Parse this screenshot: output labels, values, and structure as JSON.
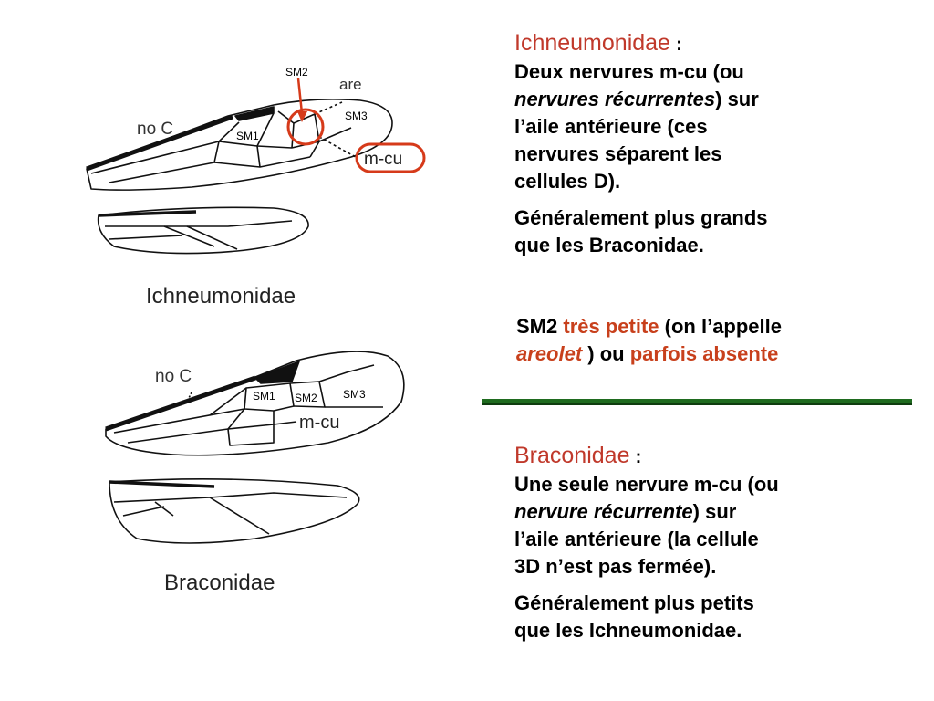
{
  "figures": {
    "ichneumonidae": {
      "caption": "Ichneumonidae",
      "label_noC": "no C",
      "label_are": "are",
      "label_sm1": "SM1",
      "label_sm2": "SM2",
      "label_sm3": "SM3",
      "label_mcu": "m-cu"
    },
    "braconidae": {
      "caption": "Braconidae",
      "label_noC": "no C",
      "label_sm1": "SM1",
      "label_sm2": "SM2",
      "label_sm3": "SM3",
      "label_mcu": "m-cu"
    }
  },
  "ichneumonidae_text": {
    "title": "Ichneumonidae",
    "title_colon": ":",
    "p1_l1": "Deux nervures m-cu (ou",
    "p1_l2_italic": "nervures récurrentes",
    "p1_l2_rest": ") sur",
    "p1_l3": "l’aile antérieure (ces",
    "p1_l4": "nervures séparent les",
    "p1_l5": "cellules D).",
    "p2_l1": "Généralement plus grands",
    "p2_l2": "que les Braconidae."
  },
  "sm2_note": {
    "l1_a": "SM2",
    "l1_red": "très petite",
    "l1_b": "(on l’appelle",
    "l2_red_italic": "areolet",
    "l2_b": ") ou",
    "l2_red": "parfois absente"
  },
  "braconidae_text": {
    "title": "Braconidae",
    "title_colon": ":",
    "p1_l1": "Une seule nervure m-cu (ou",
    "p1_l2_italic": "nervure récurrente",
    "p1_l2_rest": ") sur",
    "p1_l3": "l’aile antérieure (la cellule",
    "p1_l4": "3D n’est pas fermée).",
    "p2_l1": "Généralement plus petits",
    "p2_l2": "que les Ichneumonidae."
  },
  "colors": {
    "heading_red": "#c0392b",
    "accent_red": "#c8401c",
    "divider_green": "#1f6b1f"
  }
}
